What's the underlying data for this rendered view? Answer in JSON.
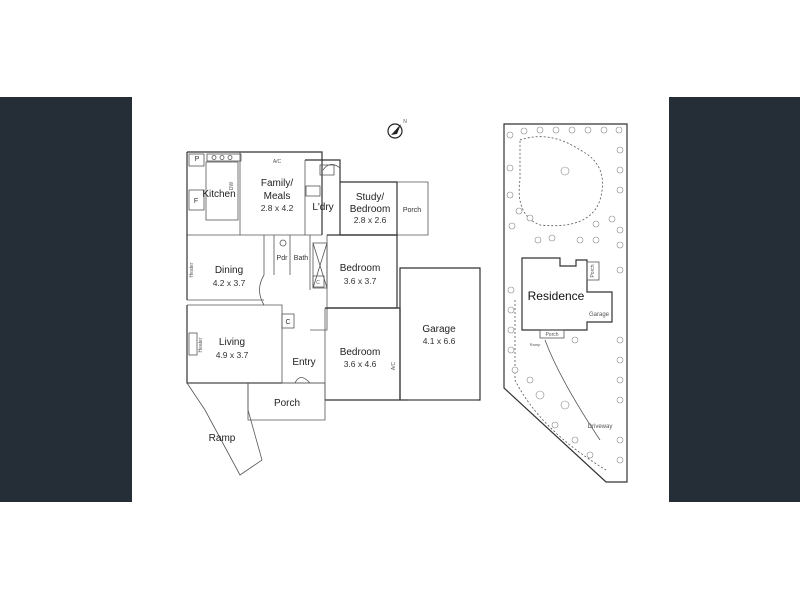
{
  "floorplan": {
    "rooms": {
      "kitchen": "Kitchen",
      "family_meals": "Family/",
      "family_meals_2": "Meals",
      "family_dim": "2.8 x 4.2",
      "laundry": "L'dry",
      "study": "Study/",
      "study_2": "Bedroom",
      "study_dim": "2.8 x 2.6",
      "porch_east": "Porch",
      "dining": "Dining",
      "dining_dim": "4.2 x 3.7",
      "pdr": "Pdr",
      "bath": "Bath",
      "bedroom1": "Bedroom",
      "bedroom1_dim": "3.6 x 3.7",
      "living": "Living",
      "living_dim": "4.9 x 3.7",
      "entry": "Entry",
      "bedroom2": "Bedroom",
      "bedroom2_dim": "3.6 x 4.6",
      "garage": "Garage",
      "garage_dim": "4.1 x 6.6",
      "porch_front": "Porch",
      "ramp": "Ramp"
    },
    "fixtures": {
      "pantry": "P",
      "fridge": "F",
      "dishwasher": "DW",
      "ac1": "A/C",
      "ac2": "A/C",
      "heater1": "Heater",
      "heater2": "Heater",
      "cupboard1": "C",
      "cupboard2": "C"
    }
  },
  "siteplan": {
    "residence": "Residence",
    "garage": "Garage",
    "porch_top": "Porch",
    "porch_bottom": "Porch",
    "ramp": "Ramp",
    "driveway": "Driveway"
  }
}
